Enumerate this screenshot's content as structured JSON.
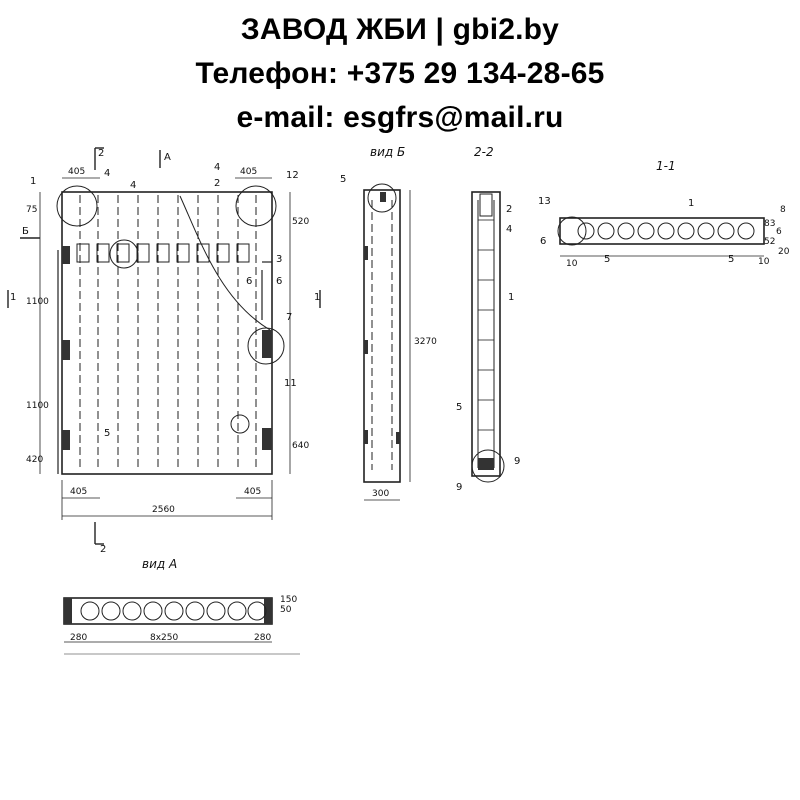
{
  "header": {
    "line1": "ЗАВОД ЖБИ | gbi2.by",
    "line2": "Телефон: +375 29 134-28-65",
    "line3": "e-mail: esgfrs@mail.ru"
  },
  "views": {
    "view_a_title": "вид А",
    "view_b_title": "вид Б",
    "section_22_title": "2-2",
    "section_11_title": "1-1"
  },
  "section_marks": {
    "two": "2",
    "one": "1",
    "a": "А",
    "b": "Б"
  },
  "main_dimensions": {
    "top_left": "405",
    "top_right": "405",
    "bottom_left": "405",
    "bottom_right": "405",
    "overall_width": "2560",
    "left_75": "75",
    "left_1100_upper": "1100",
    "left_1100_lower": "1100",
    "left_420": "420",
    "right_520": "520",
    "right_640": "640"
  },
  "view_b_dimensions": {
    "height": "3270",
    "width": "300"
  },
  "view_a_dimensions": {
    "left": "280",
    "middle": "8x250",
    "right": "280",
    "height_50": "50",
    "height_150": "150"
  },
  "section_11_dimensions": {
    "d8": "8",
    "d6": "6",
    "d20": "20",
    "d10": "10",
    "d83": "83",
    "d52": "52"
  },
  "callouts": {
    "c1": "1",
    "c2": "2",
    "c3": "3",
    "c4": "4",
    "c5": "5",
    "c6": "6",
    "c7": "7",
    "c9": "9",
    "c11": "11",
    "c12": "12",
    "c13": "13"
  }
}
